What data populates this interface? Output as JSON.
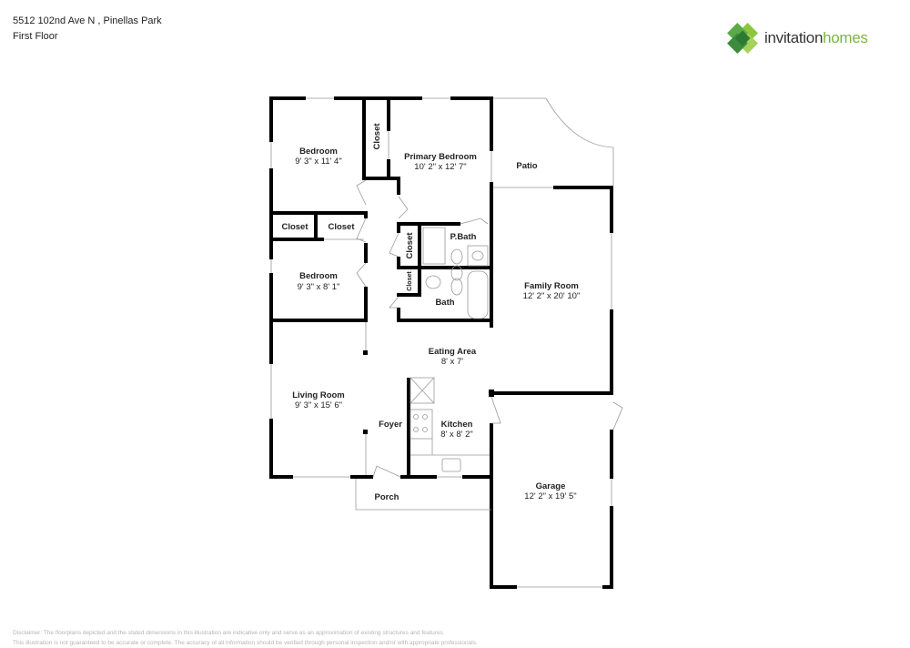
{
  "header": {
    "address": "5512 102nd Ave N , Pinellas Park",
    "floor": "First Floor"
  },
  "logo": {
    "word1": "invitation",
    "word2": "homes",
    "colors": {
      "dark_green": "#3a8d3c",
      "light_green": "#8cc63f",
      "mid_green": "#5aab46",
      "text_dark": "#333333",
      "text_green": "#7bb542"
    },
    "icon": "invitation-homes-logo-icon"
  },
  "rooms": {
    "bedroom1": {
      "name": "Bedroom",
      "dims": "9' 3\" x 11' 4\""
    },
    "closet_top": {
      "name": "Closet"
    },
    "primary_bedroom": {
      "name": "Primary Bedroom",
      "dims": "10' 2\" x 12' 7\""
    },
    "patio": {
      "name": "Patio"
    },
    "closet_left1": {
      "name": "Closet"
    },
    "closet_left2": {
      "name": "Closet"
    },
    "closet_pbath": {
      "name": "Closet"
    },
    "pbath": {
      "name": "P.Bath"
    },
    "closet_bath": {
      "name": "Closet"
    },
    "bath": {
      "name": "Bath"
    },
    "bedroom2": {
      "name": "Bedroom",
      "dims": "9' 3\" x 8' 1\""
    },
    "family_room": {
      "name": "Family Room",
      "dims": "12' 2\" x 20' 10\""
    },
    "eating_area": {
      "name": "Eating Area",
      "dims": "8' x 7'"
    },
    "living_room": {
      "name": "Living Room",
      "dims": "9' 3\" x 15' 6\""
    },
    "foyer": {
      "name": "Foyer"
    },
    "kitchen": {
      "name": "Kitchen",
      "dims": "8' x 8' 2\""
    },
    "porch": {
      "name": "Porch"
    },
    "garage": {
      "name": "Garage",
      "dims": "12' 2\" x 19' 5\""
    }
  },
  "disclaimer": {
    "line1": "Disclaimer: The floorplans depicted and the stated dimensions in this illustration are indicative only and serve as an approximation of existing structures and features.",
    "line2": "This illustration is not guaranteed to be accurate or complete. The accuracy of all information should be verified through personal inspection and/or with appropriate professionals."
  }
}
